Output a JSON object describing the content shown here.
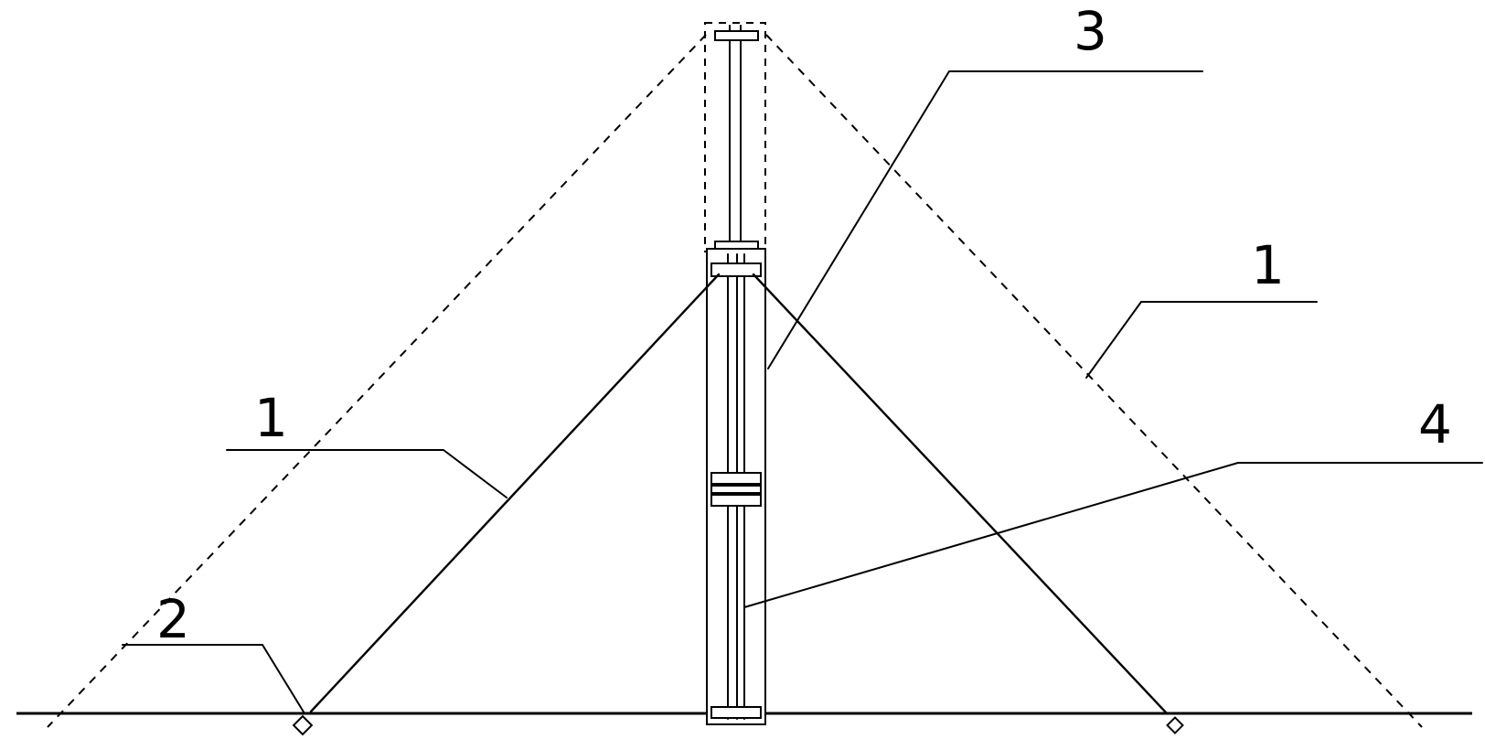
{
  "diagram": {
    "callouts": [
      {
        "id": "callout-1-left",
        "label": "1"
      },
      {
        "id": "callout-1-right",
        "label": "1"
      },
      {
        "id": "callout-2",
        "label": "2"
      },
      {
        "id": "callout-3",
        "label": "3"
      },
      {
        "id": "callout-4",
        "label": "4"
      }
    ],
    "colors": {
      "stroke": "#000000",
      "background": "#ffffff"
    }
  }
}
